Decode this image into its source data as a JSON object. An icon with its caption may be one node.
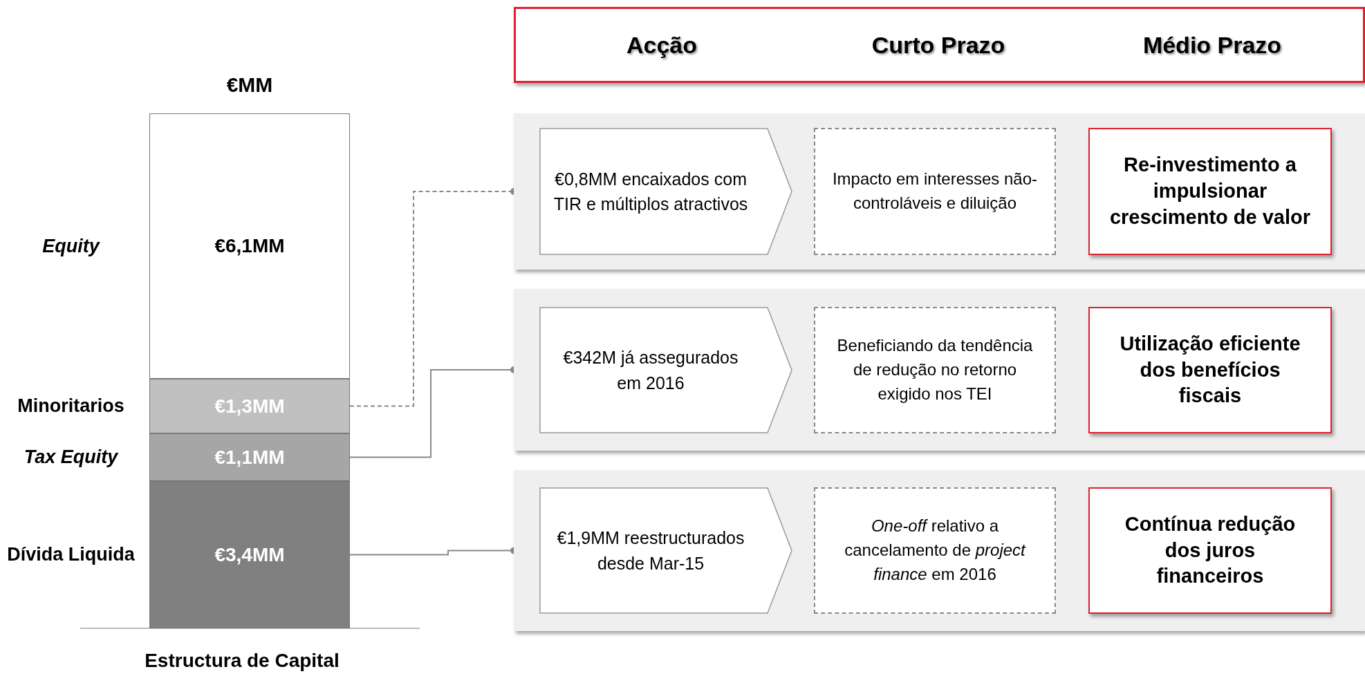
{
  "diagram": {
    "nodes": [
      {
        "text": [
          "Acção",
          "Curto Prazo",
          "Médio Prazo"
        ]
      },
      {
        "text": [
          "€6,1MM"
        ],
        "beside": [
          "Equity"
        ]
      },
      {
        "text": [
          "€1,3MM"
        ],
        "beside": [
          "Minoritarios"
        ]
      },
      {
        "text": [
          "€1,1MM"
        ],
        "beside": [
          "Tax Equity"
        ]
      },
      {
        "text": [
          "€3,4MM"
        ],
        "beside": [
          "Dívida Liquida"
        ]
      },
      {
        "text": [],
        "shape": "box"
      },
      {
        "text": [
          "€0,8MM encaixados com TIR e múltiplos atractivos"
        ],
        "in": 5
      },
      {
        "text": [
          "Impacto em interesses não-controláveis e diluição"
        ],
        "in": 5
      },
      {
        "text": [
          "Re-investimento a impulsionar crescimento de valor"
        ],
        "in": 5
      },
      {
        "text": [],
        "shape": "box"
      },
      {
        "text": [
          "€342M já assegurados em 2016"
        ],
        "in": 9
      },
      {
        "text": [
          "Beneficiando da tendência de redução no retorno exigido nos TEI"
        ],
        "in": 9
      },
      {
        "text": [
          "Utilização eficiente dos benefícios fiscais"
        ],
        "in": 9
      },
      {
        "text": [],
        "shape": "box"
      },
      {
        "text": [
          "€1,9MM reestructurados desde Mar-15"
        ],
        "in": 13
      },
      {
        "text": [
          "*One-off* relativo a cancelamento de *project finance* em 2016"
        ],
        "in": 13
      },
      {
        "text": [
          "Contínua redução dos juros financeiros"
        ],
        "in": 13
      }
    ],
    "edges": [
      {
        "from": 2,
        "to": 5,
        "arrow": "other",
        "style": "dashed"
      },
      {
        "from": 3,
        "to": 9,
        "arrow": "other"
      },
      {
        "from": 4,
        "to": 13,
        "arrow": "other"
      }
    ],
    "labels": [
      "€MM",
      "Estructura de Capital"
    ]
  }
}
